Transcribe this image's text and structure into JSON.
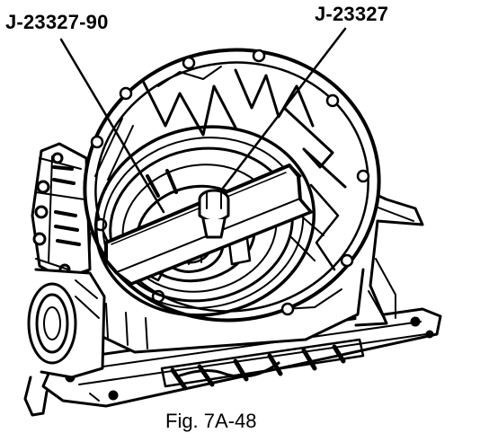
{
  "labels": {
    "tool_left": "J-23327-90",
    "tool_right": "J-23327"
  },
  "caption": "Fig. 7A-48",
  "colors": {
    "ink": "#000000",
    "paper": "#ffffff"
  }
}
